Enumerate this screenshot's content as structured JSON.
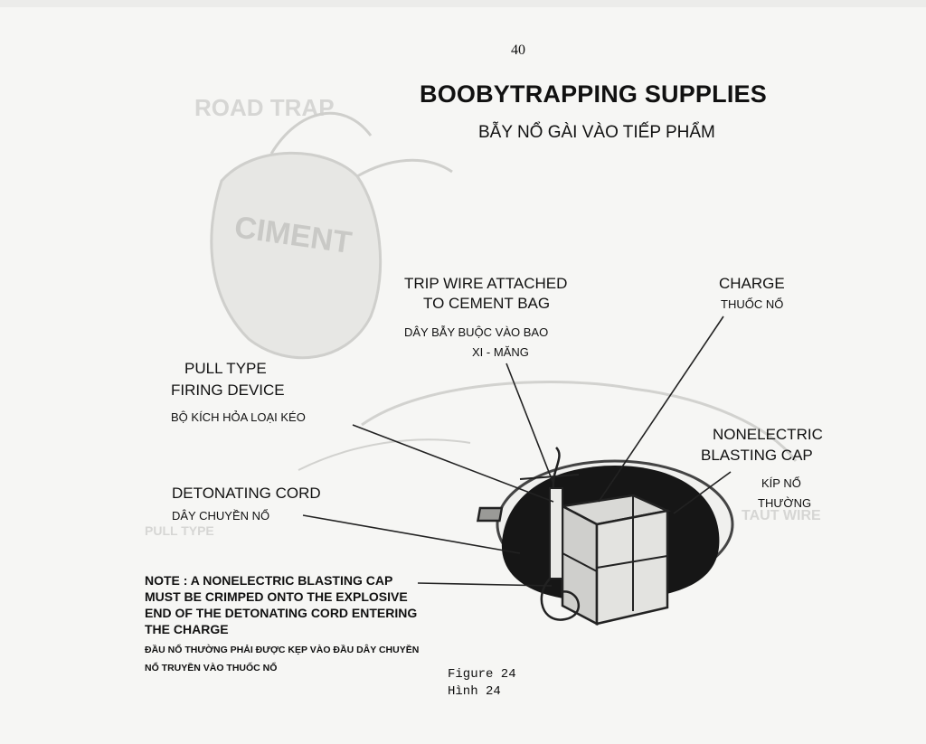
{
  "page_number": "40",
  "title": "BOOBYTRAPPING SUPPLIES",
  "subtitle": "BẪY NỔ GÀI VÀO TIẾP PHẨM",
  "bag_marking": "CIMENT",
  "labels": {
    "trip_wire": {
      "line1": "TRIP WIRE ATTACHED",
      "line2": "TO CEMENT BAG",
      "sub1": "DÂY BẪY BUỘC VÀO BAO",
      "sub2": "XI - MĂNG"
    },
    "charge": {
      "line1": "CHARGE",
      "sub1": "THUỐC NỔ"
    },
    "pull_firing": {
      "line1": "PULL TYPE",
      "line2": "FIRING DEVICE",
      "sub1": "BỘ KÍCH HỎA LOẠI KÉO"
    },
    "blasting_cap": {
      "line1": "NONELECTRIC",
      "line2": "BLASTING CAP",
      "sub1": "KÍP NỔ",
      "sub2": "THƯỜNG"
    },
    "detonating_cord": {
      "line1": "DETONATING CORD",
      "sub1": "DÂY CHUYỀN NỔ"
    }
  },
  "note": {
    "line1": "NOTE : A NONELECTRIC BLASTING CAP",
    "line2": "MUST BE CRIMPED ONTO THE EXPLOSIVE",
    "line3": "END OF THE DETONATING CORD ENTERING",
    "line4": "THE CHARGE",
    "sub1": "ĐẦU NỔ THƯỜNG PHẢI ĐƯỢC KẸP VÀO ĐẦU DÂY CHUYỀN",
    "sub2": "NỔ TRUYỀN VÀO THUỐC NỔ"
  },
  "caption": {
    "line1": "Figure 24",
    "line2": "Hình   24"
  }
}
